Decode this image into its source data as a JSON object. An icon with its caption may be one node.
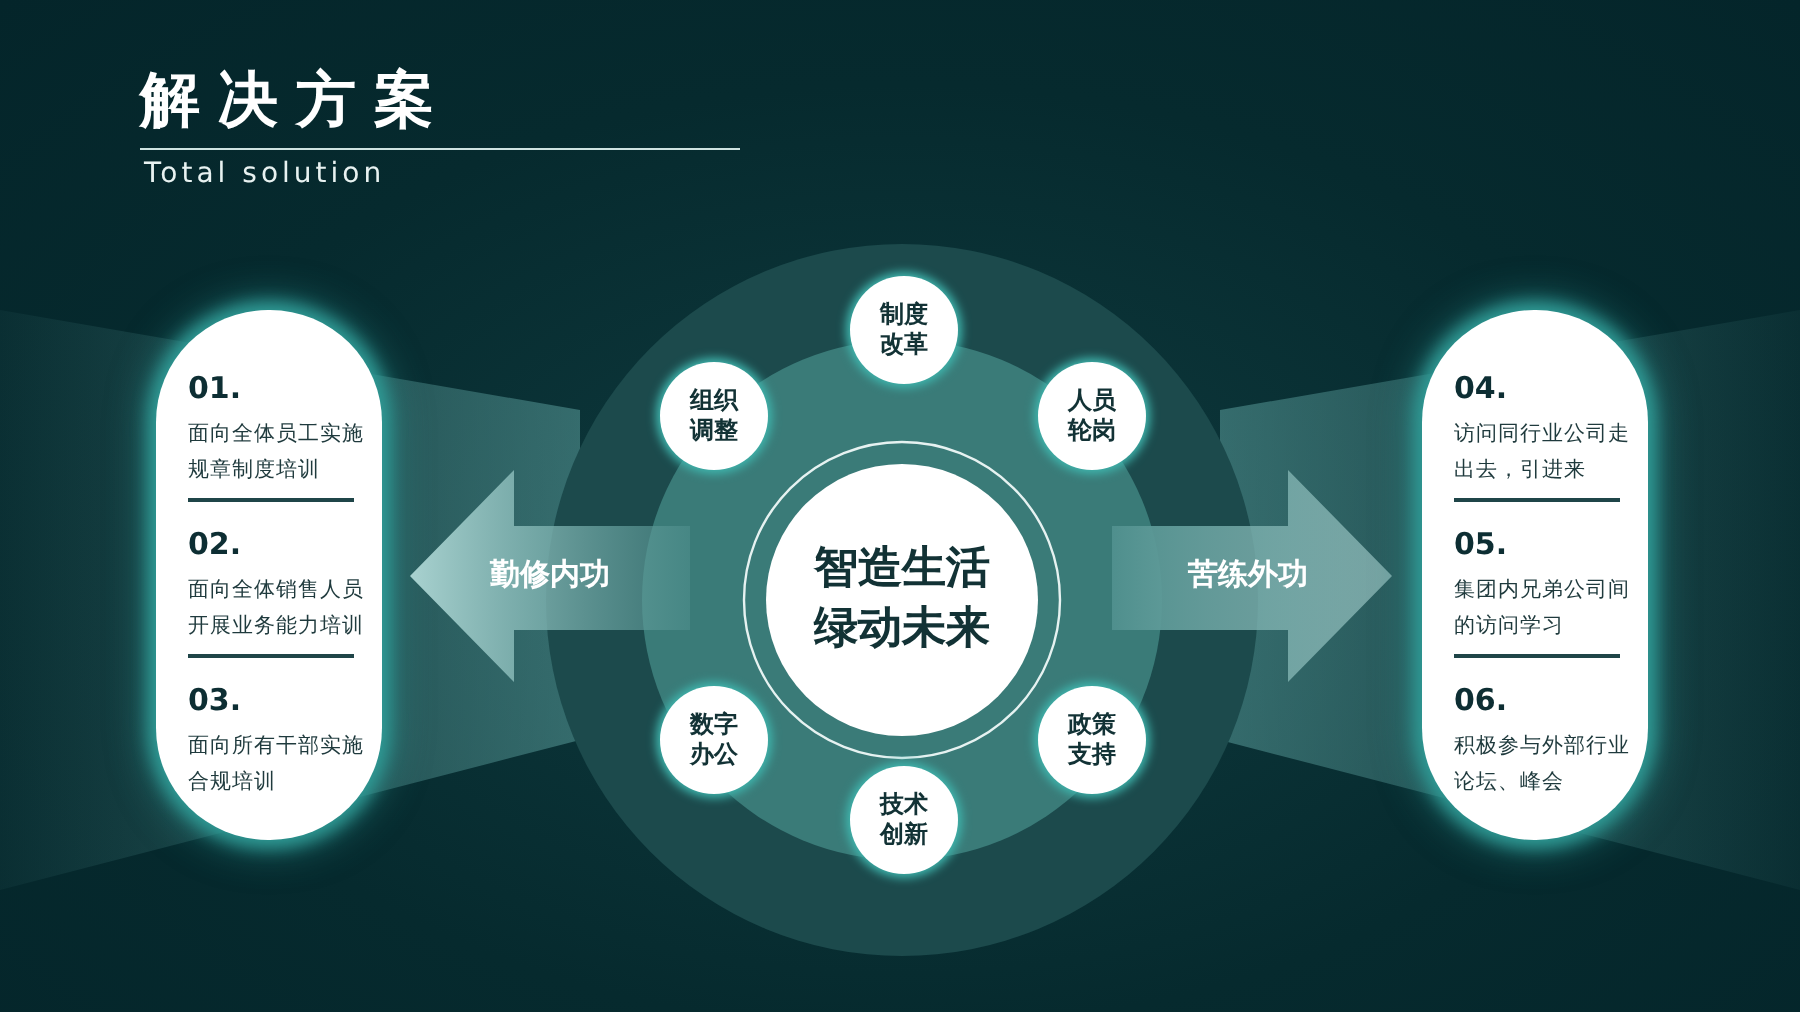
{
  "diagram": {
    "title": "解决方案",
    "nodes": [
      {
        "text": [
          "01.",
          "面向全体员工实施规章制度培训",
          "02.",
          "面向全体销售人员开展业务能力培训",
          "03.",
          "面向所有干部实施合规培训"
        ]
      },
      {
        "text": [
          "勤修内功"
        ]
      },
      {
        "text": [
          "智造生活绿动未来"
        ]
      },
      {
        "text": [
          "制度改革"
        ]
      },
      {
        "text": [
          "人员轮岗"
        ]
      },
      {
        "text": [
          "政策支持"
        ]
      },
      {
        "text": [
          "技术创新"
        ]
      },
      {
        "text": [
          "数字办公"
        ]
      },
      {
        "text": [
          "组织调整"
        ]
      },
      {
        "text": [
          "苦练外功"
        ]
      },
      {
        "text": [
          "04.",
          "访问同行业公司走出去，引进来",
          "05.",
          "集团内兄弟公司间的访问学习",
          "06.",
          "积极参与外部行业论坛、峰会"
        ]
      }
    ],
    "labels": [
      "Total solution"
    ]
  }
}
